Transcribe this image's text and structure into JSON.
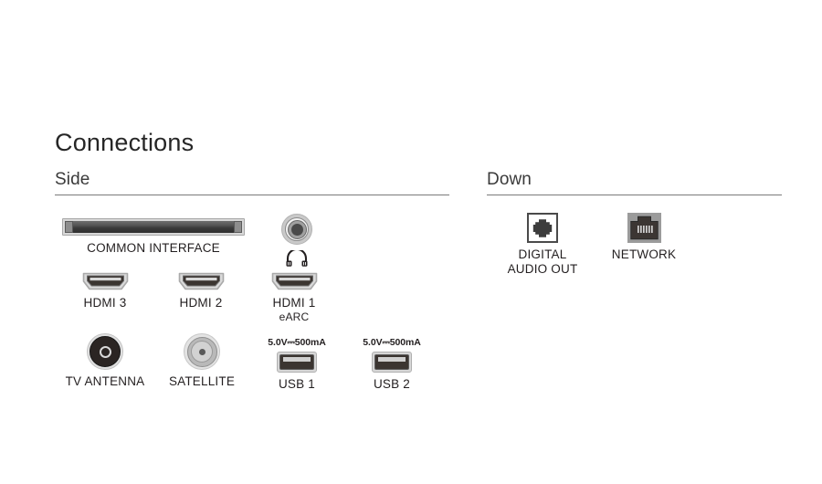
{
  "page": {
    "title": "Connections",
    "background_color": "#ffffff",
    "text_color": "#231f20",
    "rule_color": "#7a7a7a"
  },
  "sections": [
    {
      "id": "side",
      "title": "Side",
      "ports": [
        {
          "id": "common-interface",
          "label": "COMMON INTERFACE",
          "sublabel": "",
          "toplabel": "",
          "icon": "ci-slot-icon"
        },
        {
          "id": "headphone",
          "label": "",
          "sublabel": "",
          "toplabel": "",
          "icon": "headphone-jack-icon"
        },
        {
          "id": "hdmi-3",
          "label": "HDMI 3",
          "sublabel": "",
          "toplabel": "",
          "icon": "hdmi-port-icon"
        },
        {
          "id": "hdmi-2",
          "label": "HDMI 2",
          "sublabel": "",
          "toplabel": "",
          "icon": "hdmi-port-icon"
        },
        {
          "id": "hdmi-1",
          "label": "HDMI 1",
          "sublabel": "eARC",
          "toplabel": "",
          "icon": "hdmi-port-icon"
        },
        {
          "id": "tv-antenna",
          "label": "TV ANTENNA",
          "sublabel": "",
          "toplabel": "",
          "icon": "coax-antenna-icon"
        },
        {
          "id": "satellite",
          "label": "SATELLITE",
          "sublabel": "",
          "toplabel": "",
          "icon": "coax-satellite-icon"
        },
        {
          "id": "usb-1",
          "label": "USB 1",
          "sublabel": "",
          "toplabel": "5.0V⎓500mA",
          "icon": "usb-port-icon"
        },
        {
          "id": "usb-2",
          "label": "USB 2",
          "sublabel": "",
          "toplabel": "5.0V⎓500mA",
          "icon": "usb-port-icon"
        }
      ]
    },
    {
      "id": "down",
      "title": "Down",
      "ports": [
        {
          "id": "digital-audio-out",
          "label": "DIGITAL",
          "sublabel": "AUDIO OUT",
          "toplabel": "",
          "icon": "optical-audio-icon"
        },
        {
          "id": "network",
          "label": "NETWORK",
          "sublabel": "",
          "toplabel": "",
          "icon": "rj45-network-icon"
        }
      ]
    }
  ]
}
